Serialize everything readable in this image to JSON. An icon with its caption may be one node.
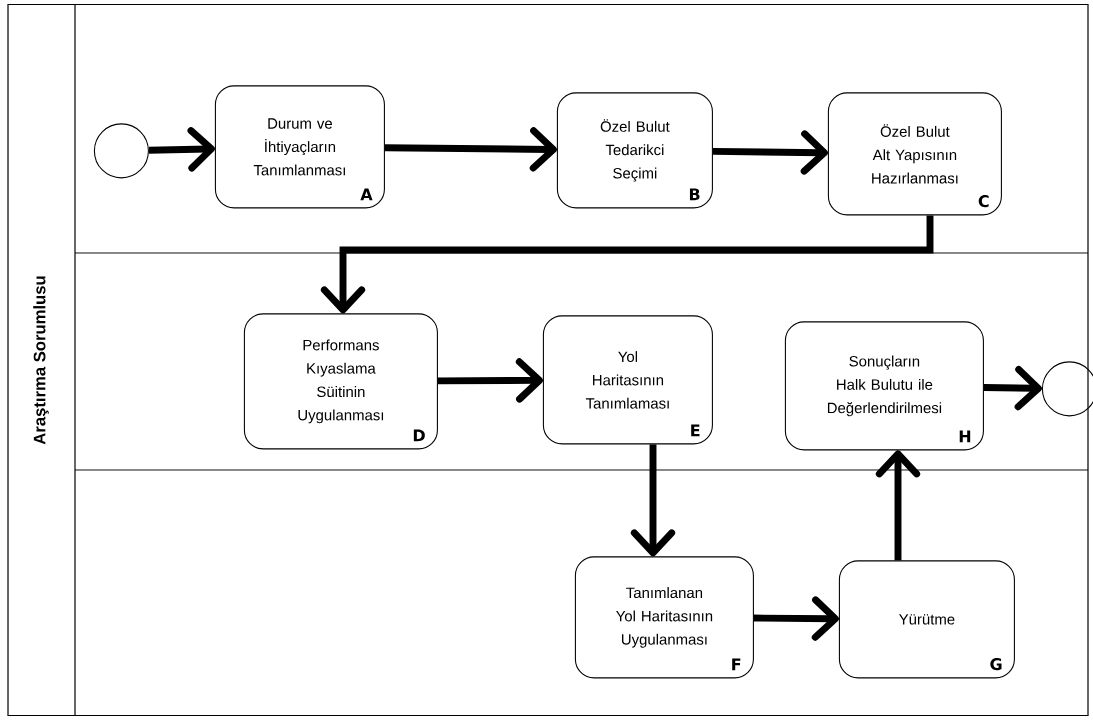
{
  "diagram": {
    "nodes": [
      {
        "text": [
          "Araştırma Sorumlusu"
        ]
      },
      {
        "text": [],
        "shape": "circle",
        "in": 0
      },
      {
        "text": [
          "Durum ve İhtiyaçların Tanımlanması",
          "A"
        ],
        "in": 0
      },
      {
        "text": [
          "Özel Bulut Tedarikci Seçimi",
          "B"
        ],
        "in": 0
      },
      {
        "text": [
          "Özel Bulut Alt Yapısının Hazırlanması",
          "C"
        ],
        "in": 0
      },
      {
        "text": [
          "Performans Kıyaslama Süitinin Uygulanması",
          "D"
        ],
        "in": 0
      },
      {
        "text": [
          "Yol Haritasının Tanımlaması",
          "E"
        ],
        "in": 0
      },
      {
        "text": [
          "Sonuçların Halk Bulutu ile Değerlendirilmesi",
          "H"
        ],
        "in": 0
      },
      {
        "text": [],
        "shape": "circle",
        "in": 0
      },
      {
        "text": [
          "Tanımlanan Yol Haritasının Uygulanması",
          "F"
        ],
        "in": 0
      },
      {
        "text": [
          "Yürütme",
          "G"
        ],
        "in": 0
      }
    ],
    "edges": [
      {
        "from": 1,
        "to": 2,
        "arrow": "to"
      },
      {
        "from": 2,
        "to": 3,
        "arrow": "to"
      },
      {
        "from": 3,
        "to": 4,
        "arrow": "to"
      },
      {
        "from": 4,
        "to": 5,
        "arrow": "to"
      },
      {
        "from": 5,
        "to": 6,
        "arrow": "to"
      },
      {
        "from": 6,
        "to": 9,
        "arrow": "to"
      },
      {
        "from": 9,
        "to": 10,
        "arrow": "to"
      },
      {
        "from": 10,
        "to": 7,
        "arrow": "to"
      },
      {
        "from": 7,
        "to": 8,
        "arrow": "to"
      }
    ]
  }
}
